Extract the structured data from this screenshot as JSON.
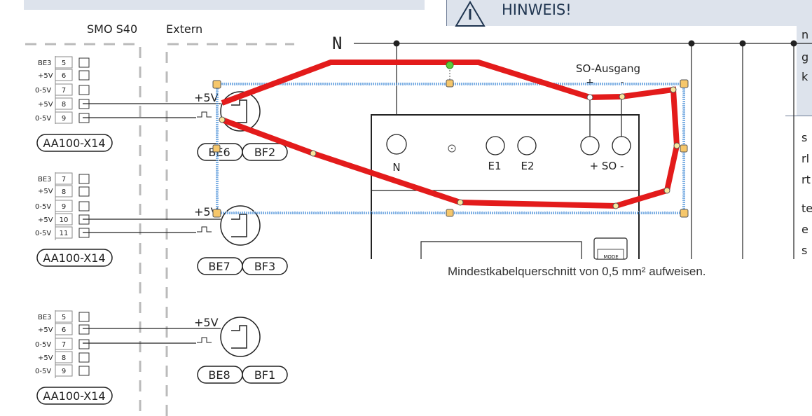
{
  "header": {
    "col_smo": "SMO S40",
    "col_extern": "Extern",
    "notice_title": "HINWEIS!"
  },
  "terminal_blocks": [
    {
      "connector": "AA100-X14",
      "rows": [
        {
          "sig": "BE3",
          "num": "5"
        },
        {
          "sig": "+5V",
          "num": "6"
        },
        {
          "sig": "0-5V",
          "num": "7"
        },
        {
          "sig": "+5V",
          "num": "8"
        },
        {
          "sig": "0-5V",
          "num": "9"
        }
      ],
      "sensor_pos": "+5V",
      "tags": [
        "BE6",
        "BF2"
      ]
    },
    {
      "connector": "AA100-X14",
      "rows": [
        {
          "sig": "BE3",
          "num": "7"
        },
        {
          "sig": "+5V",
          "num": "8"
        },
        {
          "sig": "0-5V",
          "num": "9"
        },
        {
          "sig": "+5V",
          "num": "10"
        },
        {
          "sig": "0-5V",
          "num": "11"
        }
      ],
      "sensor_pos": "+5V",
      "tags": [
        "BE7",
        "BF3"
      ]
    },
    {
      "connector": "AA100-X14",
      "rows": [
        {
          "sig": "BE3",
          "num": "5"
        },
        {
          "sig": "+5V",
          "num": "6"
        },
        {
          "sig": "0-5V",
          "num": "7"
        },
        {
          "sig": "+5V",
          "num": "8"
        },
        {
          "sig": "0-5V",
          "num": "9"
        }
      ],
      "sensor_pos": "+5V",
      "tags": [
        "BE8",
        "BF1"
      ]
    }
  ],
  "meter": {
    "neutral_label": "N",
    "so_output_label": "SO-Ausgang",
    "plus": "+",
    "minus": "-",
    "terminals": [
      "N",
      "E1",
      "E2",
      "+ SO -"
    ],
    "mode_label": "MODE"
  },
  "right_fragments": [
    "n",
    "g",
    "k",
    "s",
    "rl",
    "rt",
    "te",
    "e",
    "s"
  ],
  "caption": "Mindestkabelquerschnitt von 0,5 mm² aufweisen.",
  "colors": {
    "selection_line": "#e31b1b",
    "selection_box": "#4a90d9",
    "handle_fill": "#f6c76b",
    "rotate_handle": "#5ccc3c",
    "notice_bg": "#dde3ec"
  }
}
